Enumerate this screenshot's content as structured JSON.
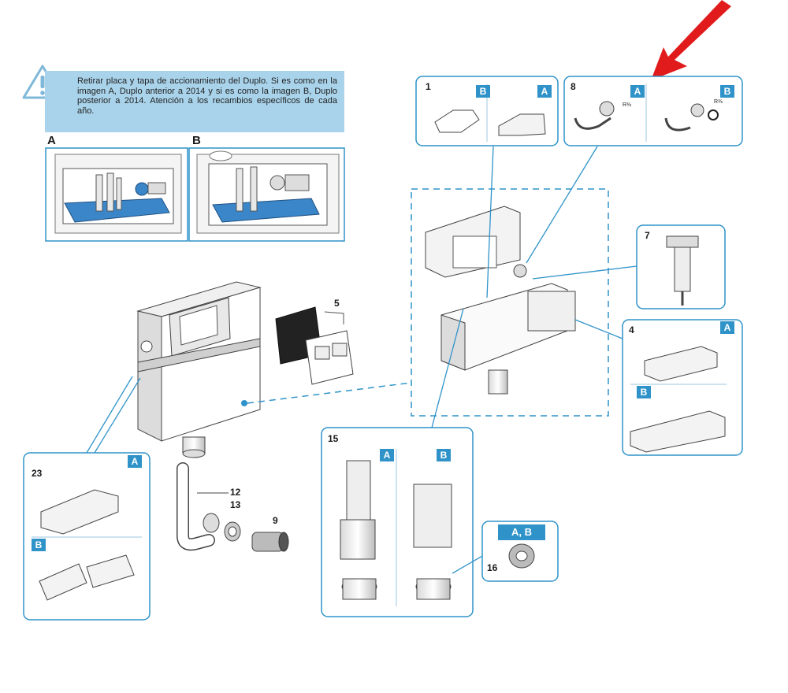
{
  "notice": {
    "icon": "warning-icon",
    "text": "Retirar placa y tapa de accionamiento del Duplo. Si es como en la imagen A, Duplo anterior a 2014 y si es como la imagen B, Duplo posterior a 2014. Atención a los recambios específicos de cada año."
  },
  "colors": {
    "accent": "#2f93c9",
    "notice_bg": "#a9d3ea",
    "highlight_part": "#3a86c8",
    "arrow": "#e11b1b"
  },
  "panels": {
    "install_a": "A",
    "install_b": "B"
  },
  "parts": {
    "p1": {
      "number": "1",
      "variants": [
        "B",
        "A"
      ]
    },
    "p8": {
      "number": "8",
      "variants": [
        "A",
        "B"
      ],
      "thread_a": "R⅜",
      "thread_b": "R⅜"
    },
    "p7": {
      "number": "7"
    },
    "p4": {
      "number": "4",
      "variants": [
        "A",
        "B"
      ]
    },
    "p5": {
      "number": "5"
    },
    "p23": {
      "number": "23",
      "variants": [
        "A",
        "B"
      ]
    },
    "p12": {
      "number": "12"
    },
    "p13": {
      "number": "13"
    },
    "p9": {
      "number": "9"
    },
    "p15": {
      "number": "15",
      "variants": [
        "A",
        "B"
      ]
    },
    "p16": {
      "number": "16",
      "variants": [
        "A, B"
      ]
    }
  }
}
